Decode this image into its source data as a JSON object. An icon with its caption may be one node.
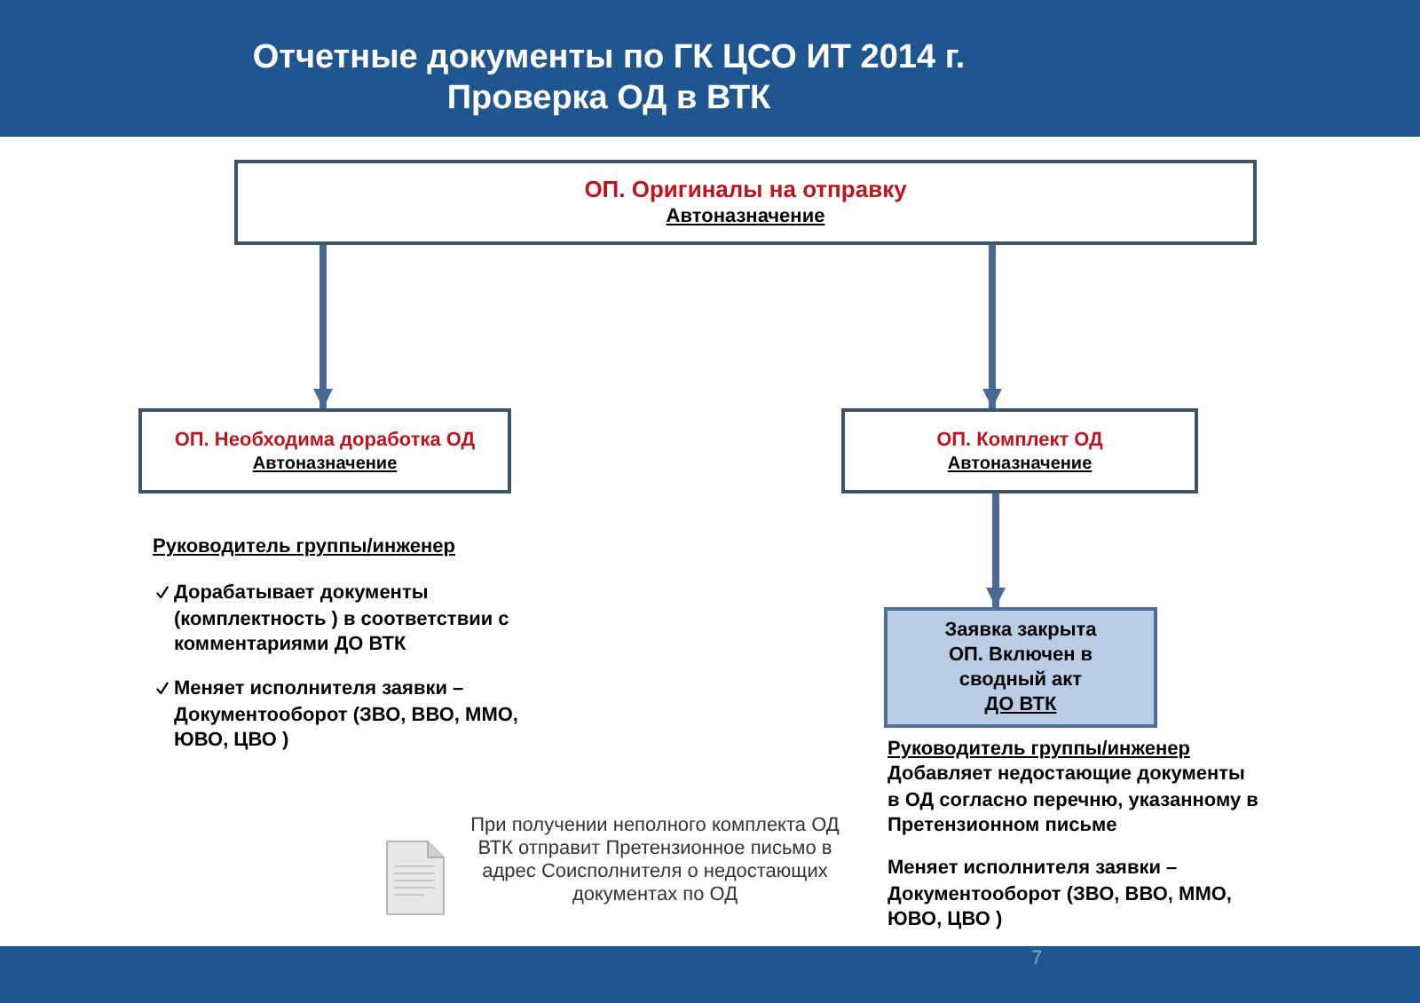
{
  "diagram": {
    "title": "Отчетные документы по ГК ЦСО ИТ 2014 г. Проверка ОД в ВТК",
    "nodes": [
      {
        "text": [
          "ОП. Оригиналы на отправку",
          "Автоназначение"
        ]
      },
      {
        "text": [
          "ОП. Необходима доработка ОД",
          "Автоназначение"
        ]
      },
      {
        "text": [
          "ОП. Комплект ОД",
          "Автоназначение"
        ]
      },
      {
        "text": [
          "Заявка закрыта ОП. Включен в сводный акт",
          "ДО ВТК"
        ]
      }
    ],
    "edges": [
      {
        "from": 0,
        "to": 1,
        "arrow": "to"
      },
      {
        "from": 0,
        "to": 2,
        "arrow": "to"
      },
      {
        "from": 2,
        "to": 3,
        "arrow": "to"
      }
    ],
    "labels": [
      "Руководитель группы/инженер",
      "Дорабатывает документы (комплектность ) в соответствии с комментариями ДО ВТК",
      "Меняет исполнителя заявки – Документооборот (ЗВО, ВВО, ММО, ЮВО, ЦВО )",
      "Руководитель группы/инженер",
      "Добавляет недостающие документы в ОД согласно перечню, указанному в Претензионном письме",
      "Меняет исполнителя заявки – Документооборот (ЗВО, ВВО, ММО, ЮВО, ЦВО )",
      "При получении неполного комплекта ОД ВТК отправит Претензионное письмо в адрес Соисполнителя о недостающих документах по ОД",
      "7"
    ]
  }
}
